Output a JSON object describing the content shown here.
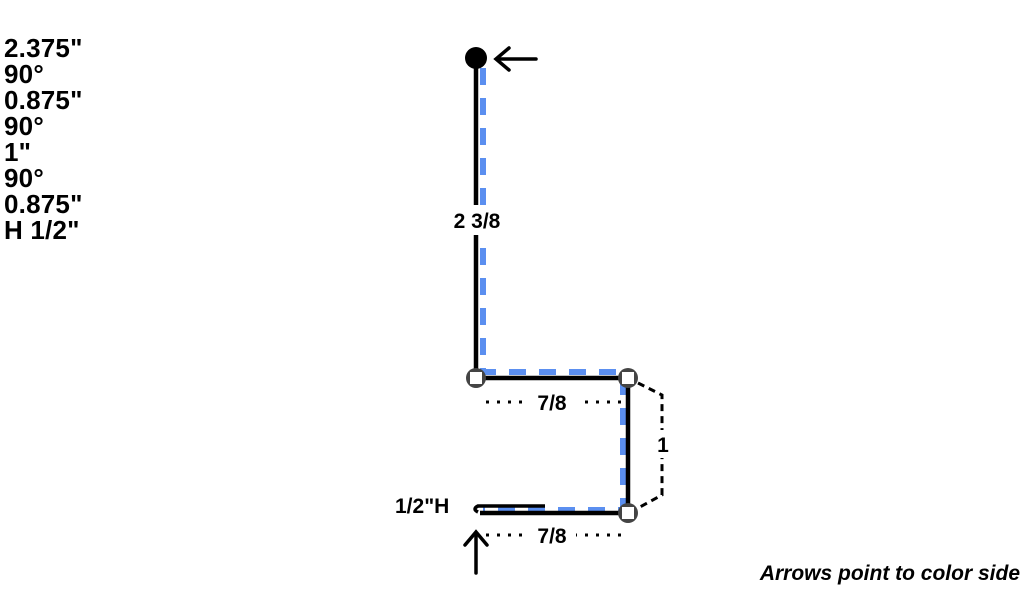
{
  "specs": {
    "items": [
      "2.375\"",
      "90°",
      "0.875\"",
      "90°",
      "1\"",
      "90°",
      "0.875\"",
      "H 1/2\""
    ]
  },
  "diagram": {
    "segments": [
      {
        "label": "2 3/8",
        "from": "start",
        "to": "bend-1",
        "orientation": "vertical"
      },
      {
        "label": "7/8",
        "from": "bend-1",
        "to": "bend-2",
        "orientation": "horizontal"
      },
      {
        "label": "1",
        "from": "bend-2",
        "to": "bend-3",
        "orientation": "vertical"
      },
      {
        "label": "7/8",
        "from": "bend-3",
        "to": "hem",
        "orientation": "horizontal"
      }
    ],
    "hem_label": "1/2\"H",
    "colors": {
      "line": "#000000",
      "color_side": "#5b8ff0",
      "bend_node": "#444444"
    }
  },
  "note": "Arrows point to color side"
}
